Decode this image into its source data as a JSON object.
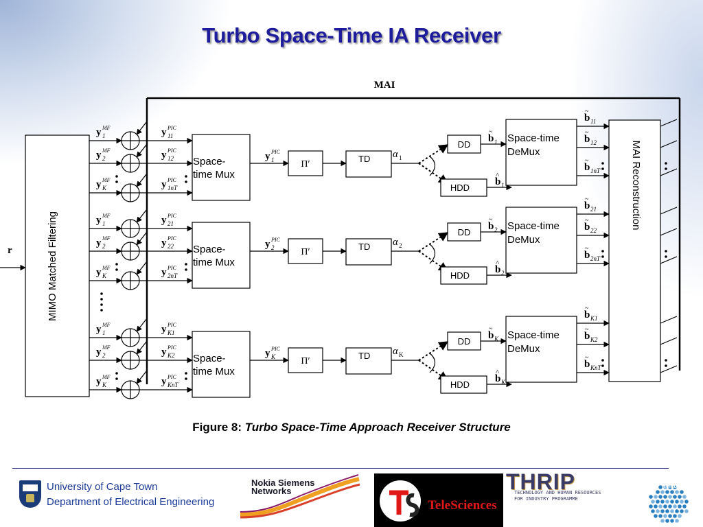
{
  "title": "Turbo Space-Time IA Receiver",
  "diagram": {
    "mai_label": "MAI",
    "input_label": "r",
    "mmf_label": "MIMO Matched Filtering",
    "mux_label_1": "Space-",
    "mux_label_2": "time Mux",
    "interleaver_label": "Π′",
    "td_label": "TD",
    "dd_label": "DD",
    "hdd_label": "HDD",
    "demux_label_1": "Space-time",
    "demux_label_2": "DeMux",
    "reconstruction_label": "MAI Reconstruction",
    "rows": [
      {
        "ymf": [
          "y",
          "1",
          "MF"
        ],
        "ymf2": [
          "y",
          "2",
          "MF"
        ],
        "ymfK": [
          "y",
          "K",
          "MF"
        ],
        "ypic": [
          [
            "y",
            "11",
            "PIC"
          ],
          [
            "y",
            "12",
            "PIC"
          ],
          [
            "y",
            "1nT",
            "PIC"
          ]
        ],
        "ymux": [
          "y",
          "1",
          "PIC"
        ],
        "alpha": [
          "α",
          "1"
        ],
        "btilde": [
          "b",
          "1"
        ],
        "bhat": [
          "b",
          "1"
        ],
        "outs": [
          [
            "b",
            "11"
          ],
          [
            "b",
            "12"
          ],
          [
            "b",
            "1nT"
          ]
        ]
      },
      {
        "ymf": [
          "y",
          "1",
          "MF"
        ],
        "ymf2": [
          "y",
          "2",
          "MF"
        ],
        "ymfK": [
          "y",
          "K",
          "MF"
        ],
        "ypic": [
          [
            "y",
            "21",
            "PIC"
          ],
          [
            "y",
            "22",
            "PIC"
          ],
          [
            "y",
            "2nT",
            "PIC"
          ]
        ],
        "ymux": [
          "y",
          "2",
          "PIC"
        ],
        "alpha": [
          "α",
          "2"
        ],
        "btilde": [
          "b",
          "2"
        ],
        "bhat": [
          "b",
          "2"
        ],
        "outs": [
          [
            "b",
            "21"
          ],
          [
            "b",
            "22"
          ],
          [
            "b",
            "2nT"
          ]
        ]
      },
      {
        "ymf": [
          "y",
          "1",
          "MF"
        ],
        "ymf2": [
          "y",
          "2",
          "MF"
        ],
        "ymfK": [
          "y",
          "K",
          "MF"
        ],
        "ypic": [
          [
            "y",
            "K1",
            "PIC"
          ],
          [
            "y",
            "K2",
            "PIC"
          ],
          [
            "y",
            "KnT",
            "PIC"
          ]
        ],
        "ymux": [
          "y",
          "K",
          "PIC"
        ],
        "alpha": [
          "α",
          "K"
        ],
        "btilde": [
          "b",
          "K"
        ],
        "bhat": [
          "b",
          "K"
        ],
        "outs": [
          [
            "b",
            "K1"
          ],
          [
            "b",
            "K2"
          ],
          [
            "b",
            "KnT"
          ]
        ]
      }
    ]
  },
  "caption": {
    "prefix": "Figure 8: ",
    "italic": "Turbo Space-Time Approach Receiver Structure"
  },
  "logos": {
    "uct_line1": "University of Cape Town",
    "uct_line2": "Department of Electrical Engineering",
    "nsn_line1": "Nokia Siemens",
    "nsn_line2": "Networks",
    "teleSciences": "TeleSciences",
    "thrip_big": "THRIP",
    "thrip_line1": "TECHNOLOGY AND HUMAN RESOURCES",
    "thrip_line2": "FOR INDUSTRY PROGRAMME",
    "telkom": "Telkom"
  },
  "colors": {
    "title": "#1c1c9c",
    "footer_line": "#2a2a8a",
    "teleSciences": "#e01818",
    "telkom": "#2a7fc0"
  }
}
